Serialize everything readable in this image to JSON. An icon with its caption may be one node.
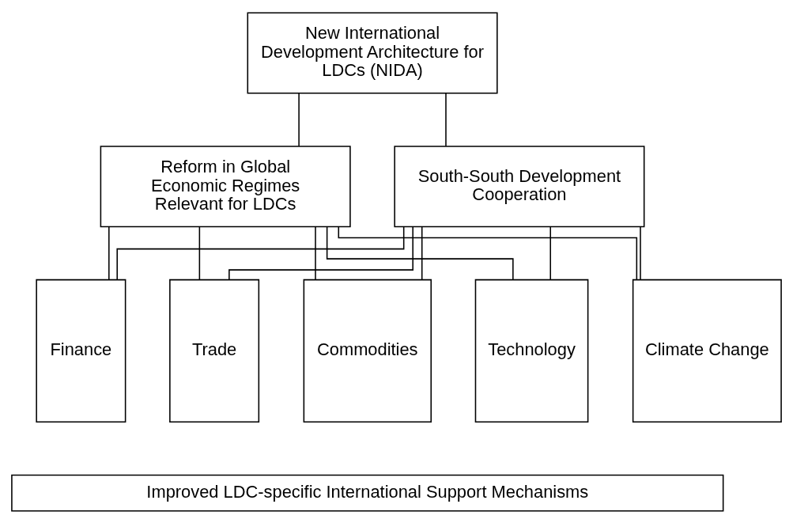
{
  "diagram": {
    "nodes": [
      {
        "text": [
          "New International Development Architecture for LDCs (NIDA)"
        ]
      },
      {
        "text": [
          "Reform in Global Economic Regimes Relevant for LDCs"
        ]
      },
      {
        "text": [
          "South-South Development Cooperation"
        ]
      },
      {
        "text": [
          "Finance"
        ]
      },
      {
        "text": [
          "Trade"
        ]
      },
      {
        "text": [
          "Commodities"
        ]
      },
      {
        "text": [
          "Technology"
        ]
      },
      {
        "text": [
          "Climate Change"
        ]
      },
      {
        "text": [
          "Improved LDC-specific International Support Mechanisms"
        ]
      }
    ],
    "edges": [
      {
        "from": 0,
        "to": 1,
        "arrow": "none"
      },
      {
        "from": 0,
        "to": 2,
        "arrow": "none"
      },
      {
        "from": 1,
        "to": 3,
        "arrow": "none"
      },
      {
        "from": 1,
        "to": 4,
        "arrow": "none"
      },
      {
        "from": 1,
        "to": 5,
        "arrow": "none"
      },
      {
        "from": 1,
        "to": 6,
        "arrow": "none"
      },
      {
        "from": 1,
        "to": 7,
        "arrow": "none"
      },
      {
        "from": 2,
        "to": 3,
        "arrow": "none"
      },
      {
        "from": 2,
        "to": 4,
        "arrow": "none"
      },
      {
        "from": 2,
        "to": 5,
        "arrow": "none"
      },
      {
        "from": 2,
        "to": 6,
        "arrow": "none"
      },
      {
        "from": 2,
        "to": 7,
        "arrow": "none"
      }
    ]
  }
}
